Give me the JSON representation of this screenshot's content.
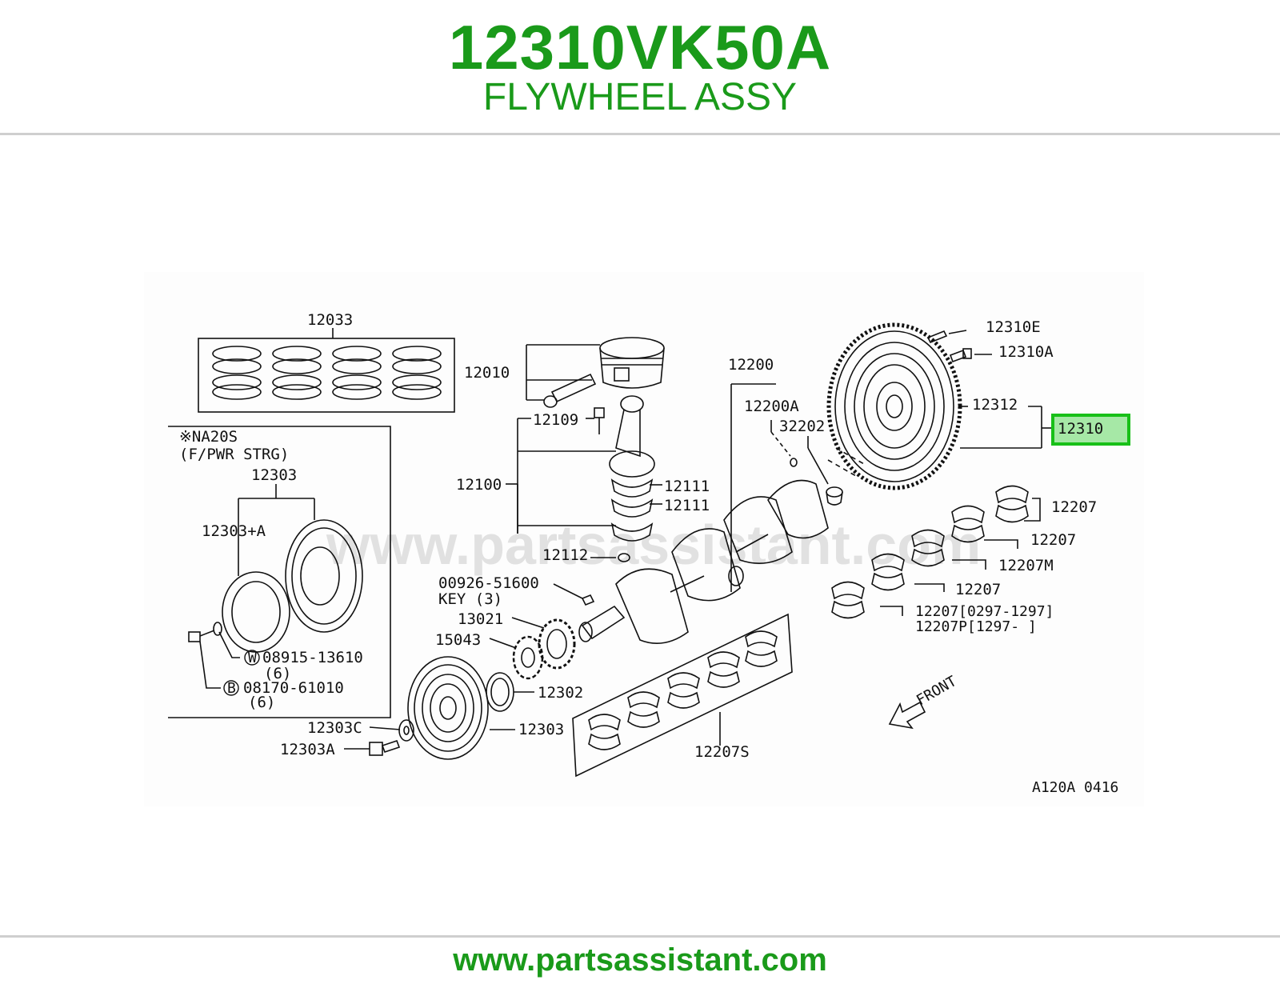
{
  "header": {
    "part_number": "12310VK50A",
    "part_name": "FLYWHEEL ASSY"
  },
  "footer": {
    "site": "www.partsassistant.com"
  },
  "diagram": {
    "watermark": "www.partsassistant.com",
    "ref_code": "A120A 0416",
    "front_label": "FRONT",
    "highlight": "12310",
    "note_lines": [
      "※NA20S",
      "(F/PWR STRG)"
    ],
    "labels": {
      "ring_set": "12033",
      "piston": "12010",
      "rod_bolt": "12109",
      "conrod": "12100",
      "rod_bearing_1": "12111",
      "rod_bearing_2": "12111",
      "rod_nut": "12112",
      "crankshaft": "12200",
      "crank_plug": "12200A",
      "pilot_bushing": "32202",
      "flywheel_pin": "12310E",
      "flywheel_bolt": "12310A",
      "ring_gear": "12312",
      "main_bearing_1": "12207",
      "main_bearing_2": "12207",
      "main_bearing_m": "12207M",
      "main_bearing_3": "12207",
      "main_bearing_4": "12207[0297-1297]",
      "main_bearing_p": "12207P[1297-     ]",
      "key": "00926-51600",
      "key_qty": "KEY (3)",
      "sprocket": "13021",
      "oil_pump_drive": "15043",
      "seal": "12302",
      "pulley": "12303",
      "pulley_washer": "12303C",
      "pulley_bolt": "12303A",
      "bearing_set": "12207S",
      "inset_pulley": "12303",
      "inset_pulley_a": "12303+A",
      "washer_code": "08915-13610",
      "washer_qty": "(6)",
      "bolt_code": "08170-61010",
      "bolt_qty": "(6)",
      "washer_sym": "W",
      "bolt_sym": "B"
    }
  }
}
